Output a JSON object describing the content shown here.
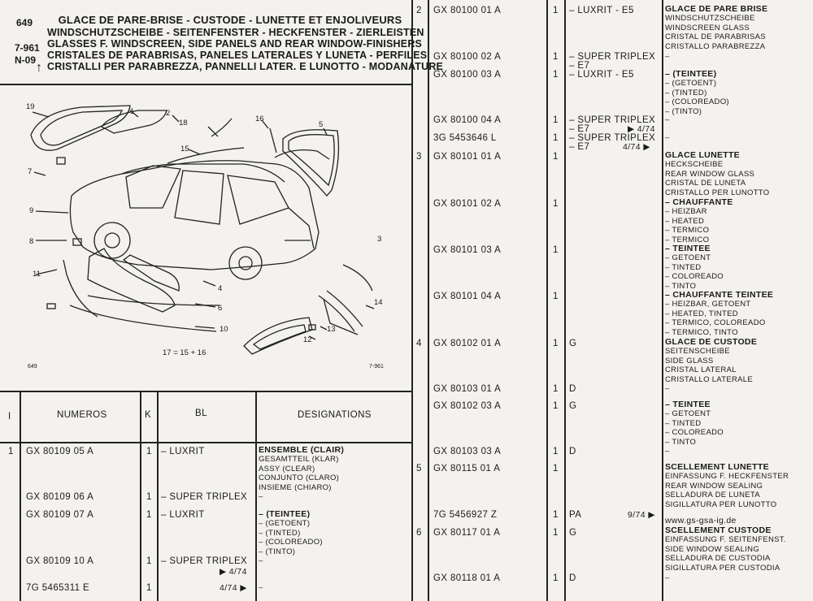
{
  "header": {
    "page_number": "649",
    "date_code": "7-961",
    "n_code": "N-09",
    "arrow": "↑",
    "titles": [
      "GLACE DE PARE-BRISE - CUSTODE - LUNETTE ET ENJOLIVEURS",
      "WINDSCHUTZSCHEIBE - SEITENFENSTER - HECKFENSTER - ZIERLEISTEN",
      "GLASSES F. WINDSCREEN, SIDE PANELS AND REAR WINDOW-FINISHERS",
      "CRISTALES DE PARABRISAS, PANELES LATERALES Y LUNETA - PERFILES",
      "CRISTALLI PER PARABREZZA, PANNELLI LATER. E LUNOTTO - MODANATURE"
    ]
  },
  "diagram": {
    "callouts": [
      "1",
      "2",
      "3",
      "4",
      "5",
      "6",
      "7",
      "8",
      "9",
      "10",
      "11",
      "12",
      "13",
      "14",
      "15",
      "16",
      "17",
      "18",
      "19"
    ],
    "formula": "17 = 15 + 16",
    "footer_left": "649",
    "footer_right": "7-961"
  },
  "table_header": {
    "col_i": "I",
    "col_numeros": "NUMEROS",
    "col_k": "K",
    "col_bl": "BL",
    "col_designations": "DESIGNATIONS"
  },
  "left_rows": [
    {
      "i": "1",
      "num": "GX 80109 05 A",
      "k": "1",
      "bl": "– LUXRIT",
      "date": "",
      "desc": [
        "ENSEMBLE (CLAIR)",
        "GESAMTTEIL (KLAR)",
        "ASSY (CLEAR)",
        "CONJUNTO (CLARO)",
        "INSIEME (CHIARO)"
      ]
    },
    {
      "i": "",
      "num": "GX 80109 06 A",
      "k": "1",
      "bl": "– SUPER TRIPLEX",
      "date": "",
      "desc": [
        "–"
      ]
    },
    {
      "i": "",
      "num": "GX 80109 07 A",
      "k": "1",
      "bl": "– LUXRIT",
      "date": "",
      "desc": [
        "– (TEINTEE)",
        "– (GETOENT)",
        "– (TINTED)",
        "– (COLOREADO)",
        "– (TINTO)"
      ]
    },
    {
      "i": "",
      "num": "GX 80109 10 A",
      "k": "1",
      "bl": "– SUPER TRIPLEX",
      "date": "▶ 4/74",
      "desc": [
        "–"
      ]
    },
    {
      "i": "",
      "num": "7G 5465311 E",
      "k": "1",
      "bl": "",
      "date": "4/74 ▶",
      "desc": [
        "–"
      ]
    }
  ],
  "right_rows": [
    {
      "i": "2",
      "num": "GX 80100 01 A",
      "k": "1",
      "bl": "– LUXRIT - E5",
      "date": "",
      "desc": [
        "GLACE DE PARE BRISE",
        "WINDSCHUTZSCHEIBE",
        "WINDSCREEN GLASS",
        "CRISTAL DE PARABRISAS",
        "CRISTALLO PARABREZZA"
      ]
    },
    {
      "i": "",
      "num": "GX 80100 02 A",
      "k": "1",
      "bl": "– SUPER TRIPLEX",
      "bl2": "– E7",
      "date": "",
      "desc": [
        "–"
      ]
    },
    {
      "i": "",
      "num": "GX 80100 03 A",
      "k": "1",
      "bl": "– LUXRIT - E5",
      "date": "",
      "desc": [
        "– (TEINTEE)",
        "– (GETOENT)",
        "– (TINTED)",
        "– (COLOREADO)",
        "– (TINTO)"
      ]
    },
    {
      "i": "",
      "num": "GX 80100 04 A",
      "k": "1",
      "bl": "– SUPER TRIPLEX",
      "bl2": "– E7",
      "date": "▶ 4/74",
      "desc": [
        "–"
      ]
    },
    {
      "i": "",
      "num": "3G 5453646 L",
      "k": "1",
      "bl": "– SUPER TRIPLEX",
      "bl2": "– E7",
      "date": "4/74 ▶",
      "desc": [
        "–"
      ]
    },
    {
      "i": "3",
      "num": "GX 80101 01 A",
      "k": "1",
      "bl": "",
      "date": "",
      "desc": [
        "GLACE LUNETTE",
        "HECKSCHEIBE",
        "REAR WINDOW GLASS",
        "CRISTAL DE LUNETA",
        "CRISTALLO PER LUNOTTO"
      ]
    },
    {
      "i": "",
      "num": "GX 80101 02 A",
      "k": "1",
      "bl": "",
      "date": "",
      "desc": [
        "– CHAUFFANTE",
        "– HEIZBAR",
        "– HEATED",
        "– TERMICO",
        "– TERMICO"
      ]
    },
    {
      "i": "",
      "num": "GX 80101 03 A",
      "k": "1",
      "bl": "",
      "date": "",
      "desc": [
        "– TEINTEE",
        "– GETOENT",
        "– TINTED",
        "– COLOREADO",
        "– TINTO"
      ]
    },
    {
      "i": "",
      "num": "GX 80101 04 A",
      "k": "1",
      "bl": "",
      "date": "",
      "desc": [
        "– CHAUFFANTE TEINTEE",
        "– HEIZBAR, GETOENT",
        "– HEATED, TINTED",
        "– TERMICO, COLOREADO",
        "– TERMICO, TINTO"
      ]
    },
    {
      "i": "4",
      "num": "GX 80102 01 A",
      "k": "1",
      "bl": "G",
      "date": "",
      "desc": [
        "GLACE DE CUSTODE",
        "SEITENSCHEIBE",
        "SIDE GLASS",
        "CRISTAL LATERAL",
        "CRISTALLO LATERALE"
      ]
    },
    {
      "i": "",
      "num": "GX 80103 01 A",
      "k": "1",
      "bl": "D",
      "date": "",
      "desc": [
        "–"
      ]
    },
    {
      "i": "",
      "num": "GX 80102 03 A",
      "k": "1",
      "bl": "G",
      "date": "",
      "desc": [
        "– TEINTEE",
        "– GETOENT",
        "– TINTED",
        "– COLOREADO",
        "– TINTO"
      ]
    },
    {
      "i": "",
      "num": "GX 80103 03 A",
      "k": "1",
      "bl": "D",
      "date": "",
      "desc": [
        "–"
      ]
    },
    {
      "i": "5",
      "num": "GX 80115 01 A",
      "k": "1",
      "bl": "",
      "date": "",
      "desc": [
        "SCELLEMENT LUNETTE",
        "EINFASSUNG F. HECKFENSTER",
        "REAR WINDOW SEALING",
        "SELLADURA DE LUNETA",
        "SIGILLATURA PER LUNOTTO"
      ]
    },
    {
      "i": "",
      "num": "7G 5456927 Z",
      "k": "1",
      "bl": "PA",
      "date": "9/74 ▶",
      "desc": [
        "www.gs-gsa-ig.de"
      ]
    },
    {
      "i": "6",
      "num": "GX 80117 01 A",
      "k": "1",
      "bl": "G",
      "date": "",
      "desc": [
        "SCELLEMENT CUSTODE",
        "EINFASSUNG F. SEITENFENST.",
        "SIDE WINDOW SEALING",
        "SELLADURA DE CUSTODIA",
        "SIGILLATURA PER CUSTODIA"
      ]
    },
    {
      "i": "",
      "num": "GX 80118 01 A",
      "k": "1",
      "bl": "D",
      "date": "",
      "desc": [
        "–"
      ]
    }
  ]
}
